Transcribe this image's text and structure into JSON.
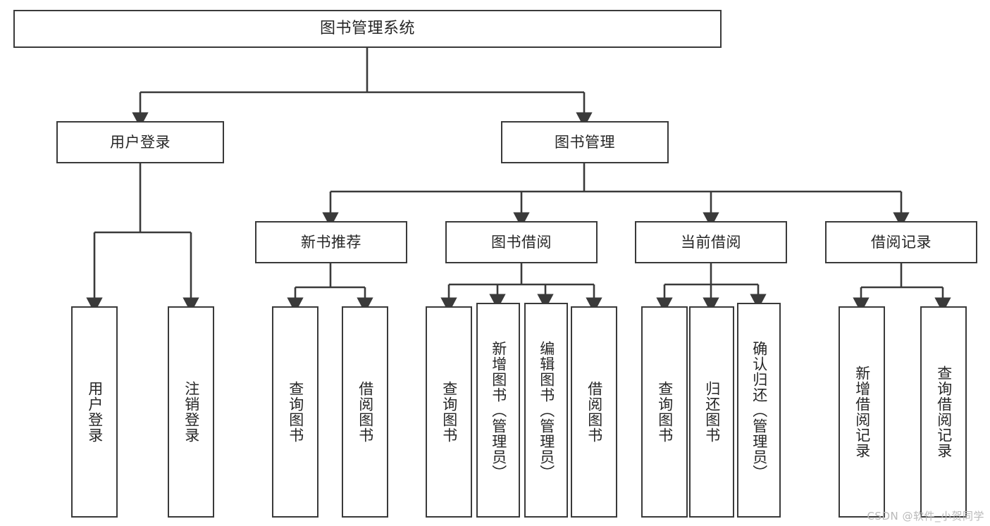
{
  "diagram": {
    "title": "图书管理系统",
    "type": "tree",
    "watermark": "CSDN @软件_小贺同学",
    "colors": {
      "box_border": "#3a3a3a",
      "box_fill": "#ffffff",
      "edge": "#3a3a3a",
      "text": "#262626",
      "watermark": "#b9b9b9",
      "background": "#ffffff"
    },
    "levels": {
      "root": "图书管理系统",
      "level2": [
        "用户登录",
        "图书管理"
      ],
      "level3": [
        "新书推荐",
        "图书借阅",
        "当前借阅",
        "借阅记录"
      ]
    },
    "nodes": {
      "root": {
        "label": "图书管理系统"
      },
      "user_login": {
        "label": "用户登录"
      },
      "book_manage": {
        "label": "图书管理"
      },
      "new_book_rec": {
        "label": "新书推荐"
      },
      "book_borrow": {
        "label": "图书借阅"
      },
      "current_borrow": {
        "label": "当前借阅"
      },
      "borrow_record": {
        "label": "借阅记录"
      },
      "leaf_user_login": {
        "label": "用户登录"
      },
      "leaf_logout": {
        "label": "注销登录"
      },
      "leaf_query_book_1": {
        "label": "查询图书"
      },
      "leaf_borrow_book_1": {
        "label": "借阅图书"
      },
      "leaf_query_book_2": {
        "label": "查询图书"
      },
      "leaf_add_book": {
        "label": "新增图书（管理员）"
      },
      "leaf_edit_book": {
        "label": "编辑图书（管理员）"
      },
      "leaf_borrow_book_2": {
        "label": "借阅图书"
      },
      "leaf_query_book_3": {
        "label": "查询图书"
      },
      "leaf_return_book": {
        "label": "归还图书"
      },
      "leaf_confirm_return": {
        "label": "确认归还（管理员）"
      },
      "leaf_add_record": {
        "label": "新增借阅记录"
      },
      "leaf_query_record": {
        "label": "查询借阅记录"
      }
    },
    "edges": [
      {
        "from": "root",
        "to": "user_login"
      },
      {
        "from": "root",
        "to": "book_manage"
      },
      {
        "from": "user_login",
        "to": "leaf_user_login"
      },
      {
        "from": "user_login",
        "to": "leaf_logout"
      },
      {
        "from": "book_manage",
        "to": "new_book_rec"
      },
      {
        "from": "book_manage",
        "to": "book_borrow"
      },
      {
        "from": "book_manage",
        "to": "current_borrow"
      },
      {
        "from": "book_manage",
        "to": "borrow_record"
      },
      {
        "from": "new_book_rec",
        "to": "leaf_query_book_1"
      },
      {
        "from": "new_book_rec",
        "to": "leaf_borrow_book_1"
      },
      {
        "from": "book_borrow",
        "to": "leaf_query_book_2"
      },
      {
        "from": "book_borrow",
        "to": "leaf_add_book"
      },
      {
        "from": "book_borrow",
        "to": "leaf_edit_book"
      },
      {
        "from": "book_borrow",
        "to": "leaf_borrow_book_2"
      },
      {
        "from": "current_borrow",
        "to": "leaf_query_book_3"
      },
      {
        "from": "current_borrow",
        "to": "leaf_return_book"
      },
      {
        "from": "current_borrow",
        "to": "leaf_confirm_return"
      },
      {
        "from": "borrow_record",
        "to": "leaf_add_record"
      },
      {
        "from": "borrow_record",
        "to": "leaf_query_record"
      }
    ]
  }
}
